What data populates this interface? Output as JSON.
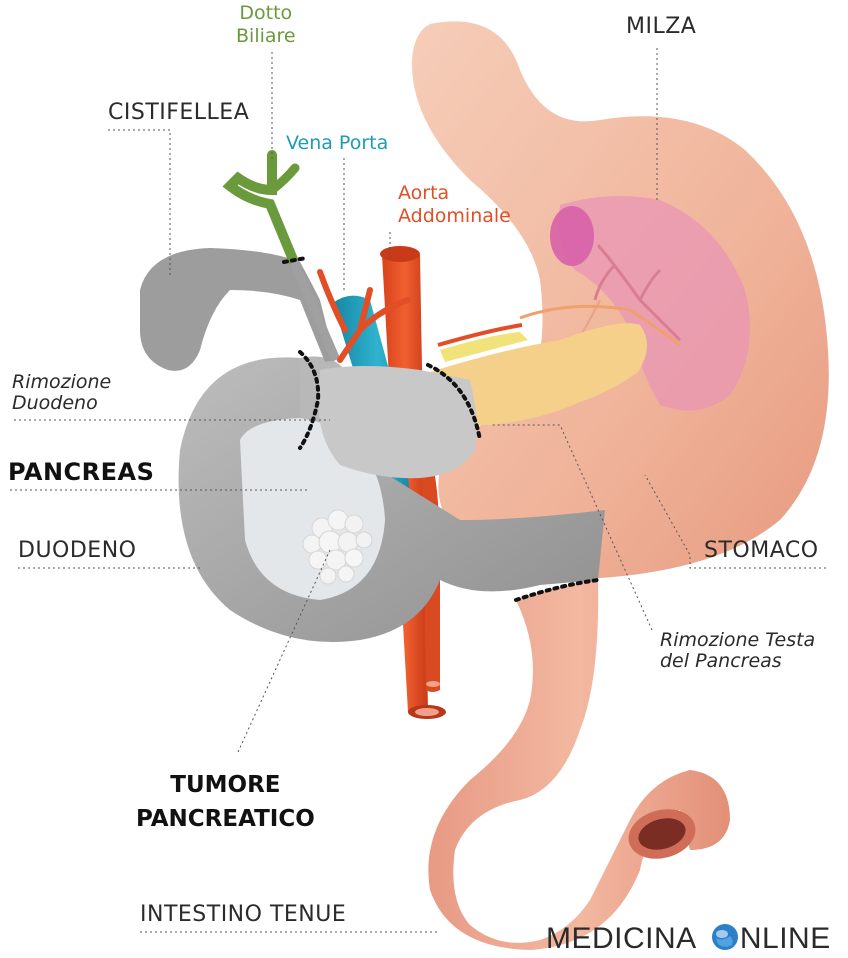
{
  "labels": {
    "dotto_biliare": [
      "Dotto",
      "Biliare"
    ],
    "milza": "MILZA",
    "cistifellea": "CISTIFELLEA",
    "vena_porta": "Vena Porta",
    "aorta": [
      "Aorta",
      "Addominale"
    ],
    "rimozione_duodeno": [
      "Rimozione",
      "Duodeno"
    ],
    "pancreas": "PANCREAS",
    "duodeno": "DUODENO",
    "stomaco": "STOMACO",
    "rimozione_testa": [
      "Rimozione Testa",
      "del Pancreas"
    ],
    "tumore": [
      "TUMORE",
      "PANCREATICO"
    ],
    "intestino": "INTESTINO TENUE"
  },
  "watermark": {
    "part1": "MEDICINA",
    "part2": "NLINE"
  },
  "colors": {
    "bile_duct": "#6a9a3c",
    "portal_vein": "#1f9bb8",
    "aorta": "#e24e25",
    "stomach": "#f2b8a0",
    "spleen": "#e894b0",
    "pancreas": "#f5d08a",
    "duodenum": "#a8a8a8",
    "tumor": "#f4f4f4"
  }
}
